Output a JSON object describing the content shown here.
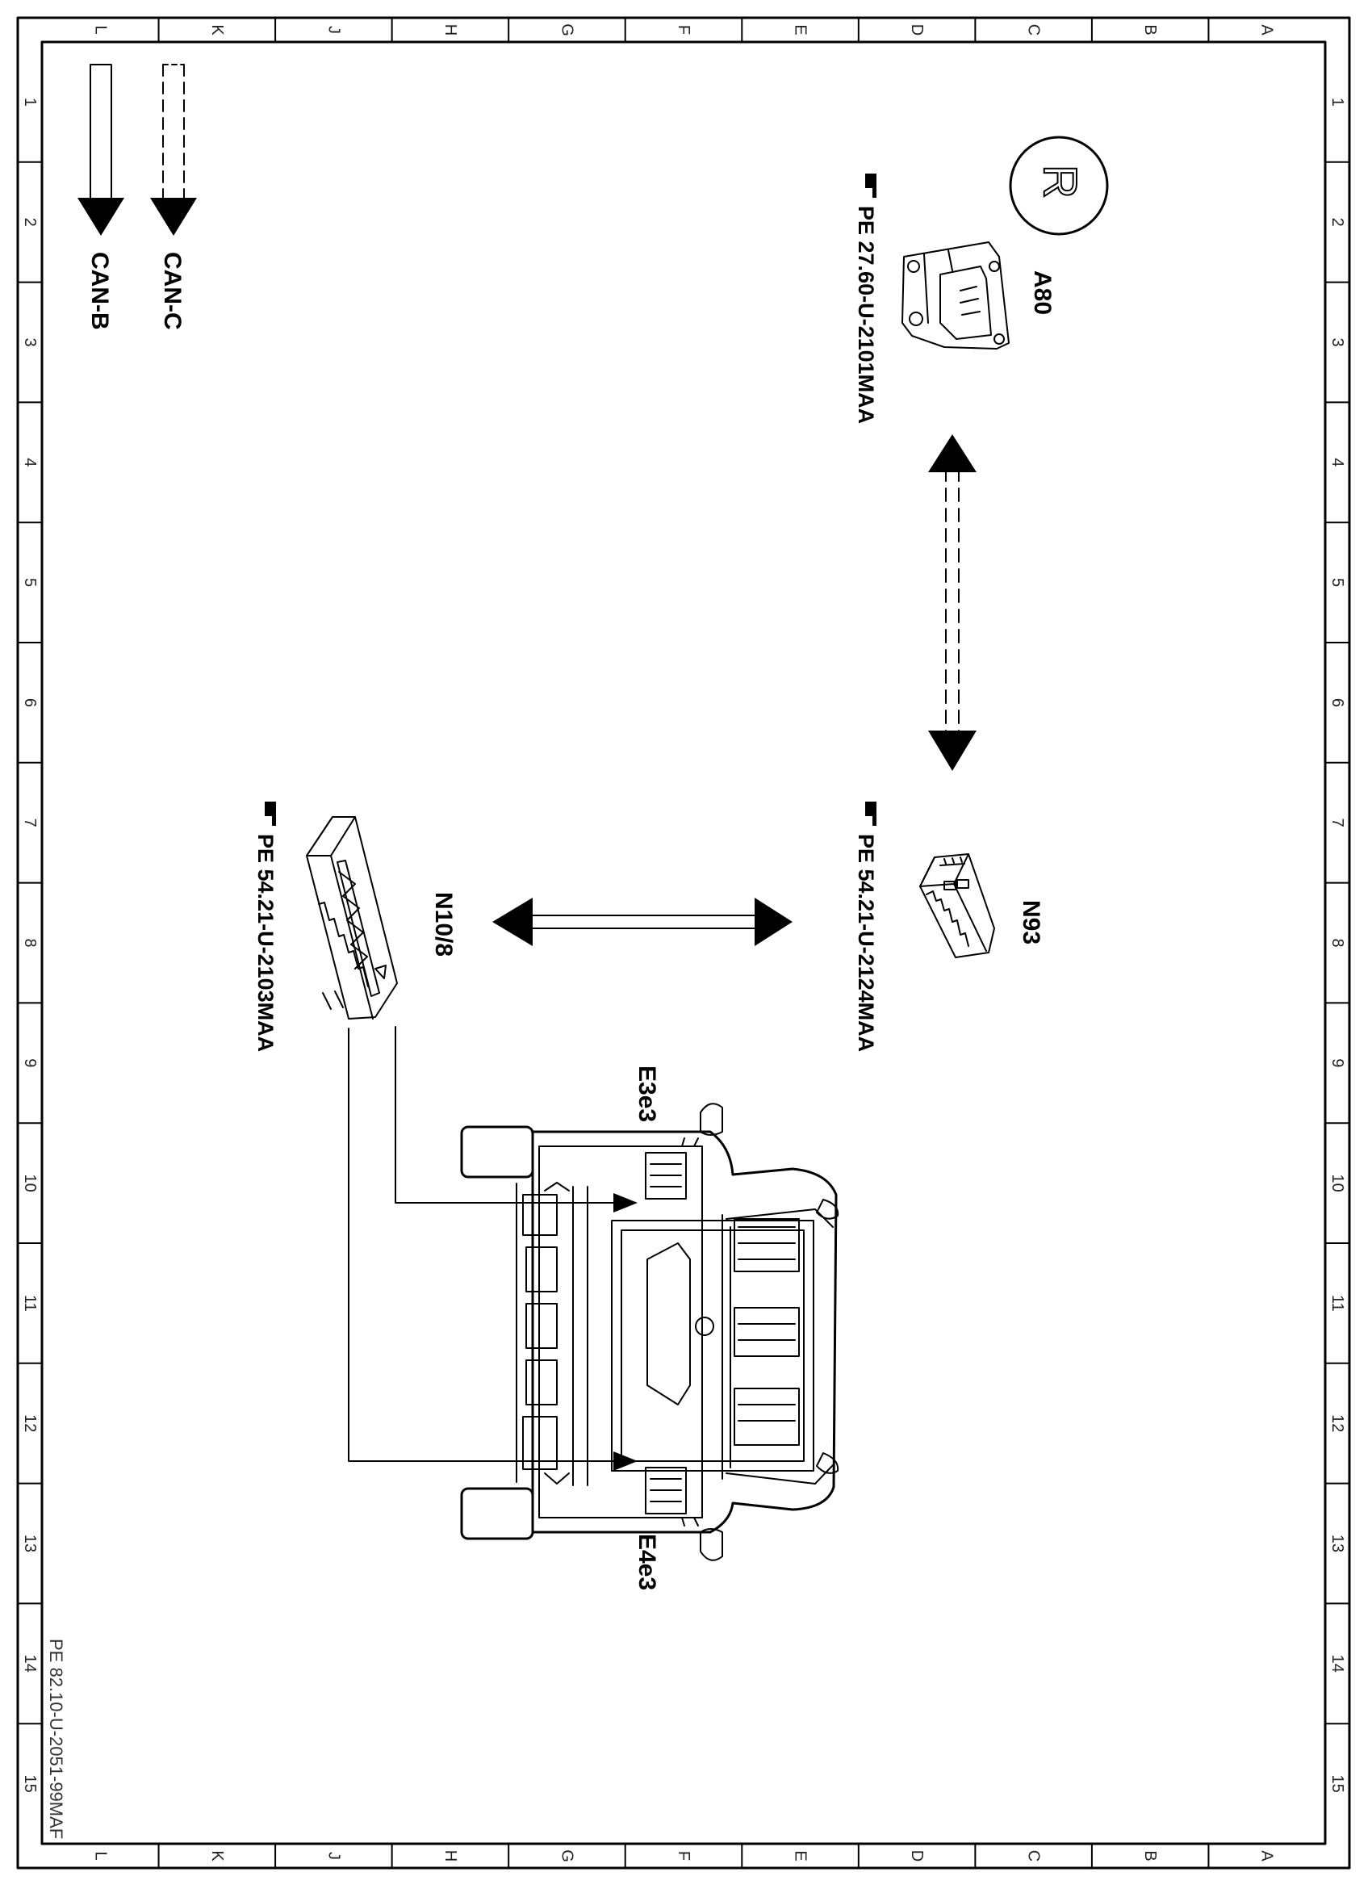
{
  "grid": {
    "letters": [
      "L",
      "K",
      "J",
      "H",
      "G",
      "F",
      "E",
      "D",
      "C",
      "B",
      "A"
    ],
    "numbers": [
      "1",
      "2",
      "3",
      "4",
      "5",
      "6",
      "7",
      "8",
      "9",
      "10",
      "11",
      "12",
      "13",
      "14",
      "15"
    ]
  },
  "legend": {
    "can_c_label": "CAN-C",
    "can_b_label": "CAN-B"
  },
  "components": {
    "a80": {
      "label": "A80",
      "reference": "PE 27.60-U-2101MAA"
    },
    "n93": {
      "label": "N93",
      "reference": "PE 54.21-U-2124MAA"
    },
    "n10_8": {
      "label": "N10/8",
      "reference": "PE 54.21-U-2103MAA"
    },
    "e3e3": {
      "label": "E3e3"
    },
    "e4e3": {
      "label": "E4e3"
    }
  },
  "r_symbol": "R",
  "drawing_code": "PE 82.10-U-2051-99MAF",
  "icons": {
    "reference": "pointing-hand-icon",
    "r": "circled-r-symbol",
    "vehicle": "vehicle-rear-view"
  }
}
